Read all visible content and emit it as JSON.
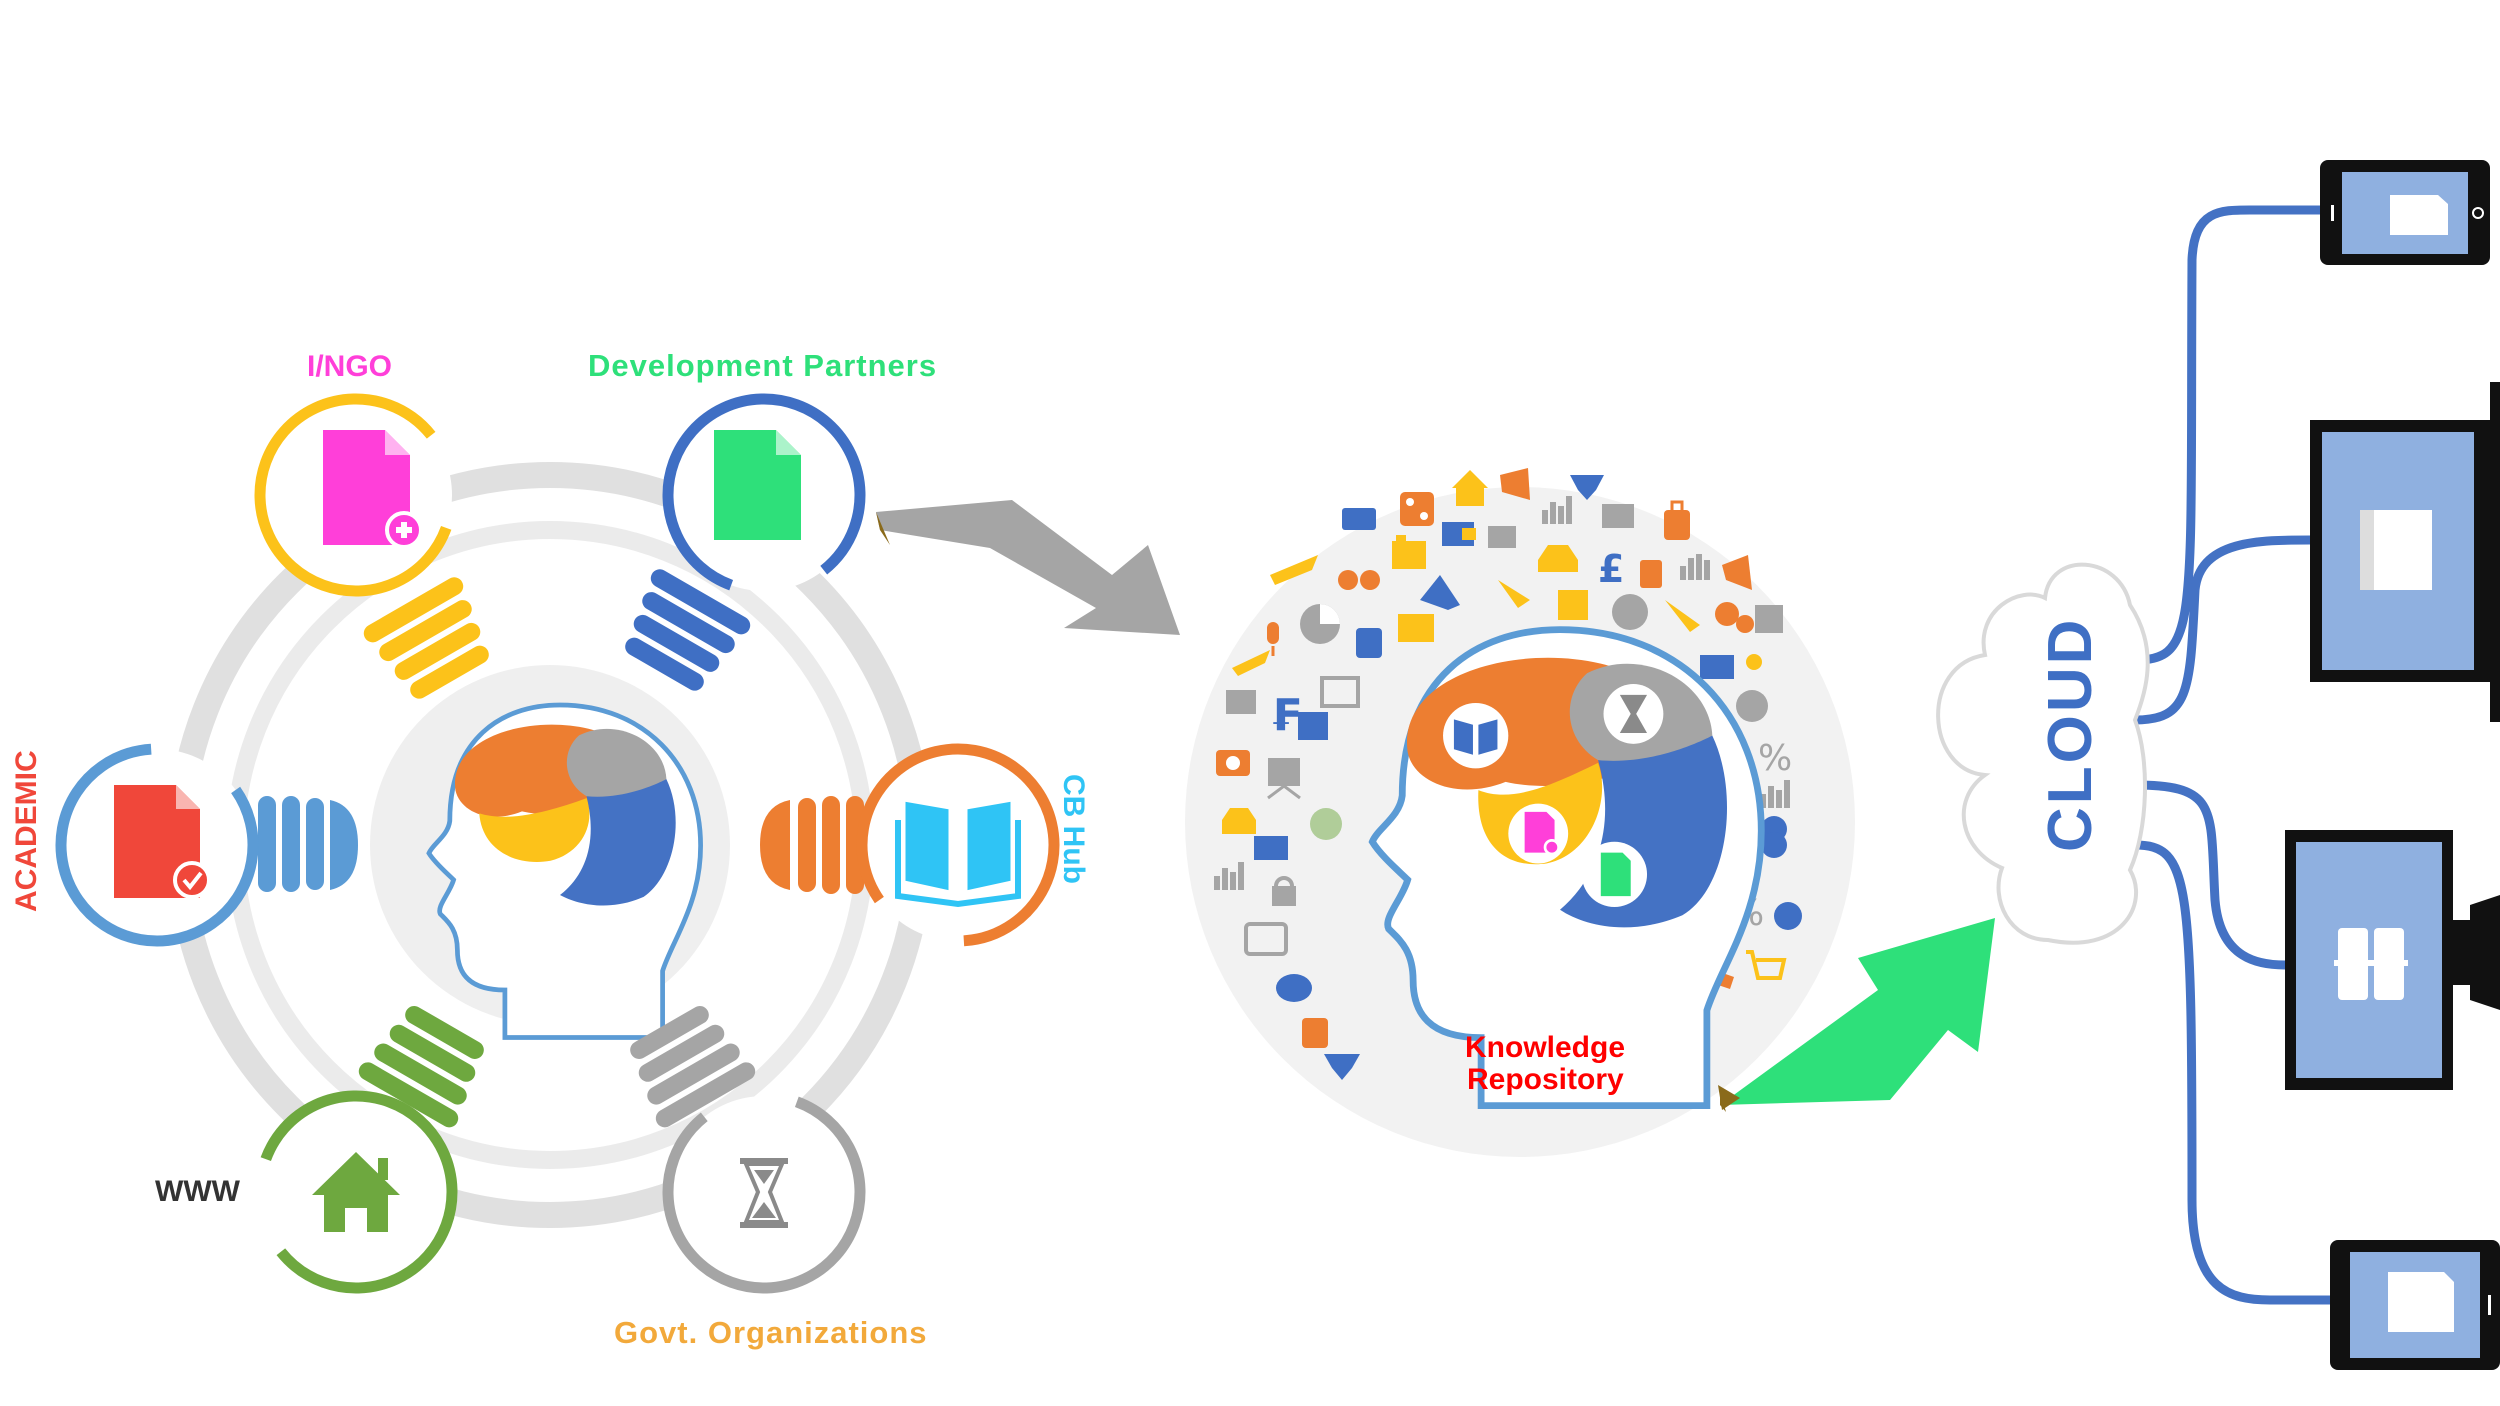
{
  "labels": {
    "ingo": "I/NGO",
    "development_partners": "Development Partners",
    "academic": "ACADEMIC",
    "cb_hub": "CB Hub",
    "www": "WWW",
    "govt_organizations": "Govt. Organizations",
    "knowledge_repository_line1": "Knowledge",
    "knowledge_repository_line2": "Repository",
    "cloud": "CLOUD"
  },
  "colors": {
    "ingo": "#ff3fd9",
    "development_partners": "#2ee07a",
    "academic": "#f0473a",
    "cb_hub": "#2fc4f5",
    "www": "#333333",
    "govt": "#f2a93b",
    "knowledge_repository": "#ff0000",
    "cloud_text": "#3f6fc4",
    "ring_yellow": "#fcc21a",
    "ring_blue": "#3f6fc4",
    "ring_orange": "#ed7e31",
    "ring_green": "#6ea83f",
    "ring_gray": "#a5a5a5",
    "ring_light_blue": "#5b9bd5",
    "brain_orange": "#ed7e31",
    "brain_gray": "#a5a5a5",
    "brain_yellow": "#fcc21a",
    "brain_blue": "#4472c4",
    "arrow_gray": "#a5a5a5",
    "arrow_green": "#2ee07a",
    "device_screen": "#8fb0e0",
    "cable": "#4472c4"
  },
  "icons": {
    "ingo": "document-plus-icon",
    "development_partners": "document-icon",
    "academic": "document-check-icon",
    "cb_hub": "open-book-icon",
    "www": "home-icon",
    "govt": "hourglass-icon"
  }
}
